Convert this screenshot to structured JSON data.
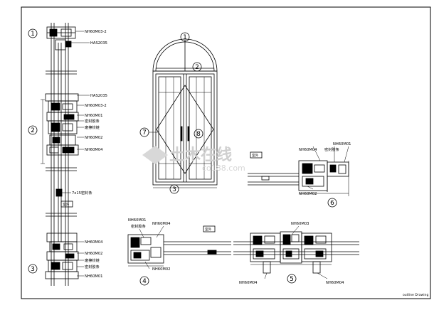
{
  "detail_markers": {
    "m1": "1",
    "m2": "2",
    "m3": "3",
    "m4": "4",
    "m5": "5",
    "m6": "6",
    "m7": "7"
  },
  "left_section": {
    "labels": {
      "a": "NH60M03-2",
      "b": "HAS2035",
      "c": "HAS2035",
      "d": "NH60M03-2",
      "e": "NH60M01",
      "f": "密封胶条",
      "g": "磨擦铰链",
      "h": "NH60M02",
      "i": "NH60M04",
      "j": "7x15密封条",
      "k": "NH60M04",
      "l": "NH60M02",
      "m": "磨擦铰链",
      "n": "密封胶条",
      "o": "NH60M01"
    },
    "tag": "室外"
  },
  "door_elevation": {
    "markers": [
      "1",
      "2",
      "7",
      "8",
      "3"
    ]
  },
  "section6": {
    "labels": {
      "a": "NH60M01",
      "b": "NH60M04",
      "c": "密封胶条",
      "d": "NH60M02"
    },
    "tag": "室外"
  },
  "section4": {
    "labels": {
      "a": "NH60M01",
      "b": "密封胶条",
      "c": "NH60M04",
      "d": "NH60M02"
    },
    "tag": "室外"
  },
  "section5": {
    "labels": {
      "a": "NH60M03",
      "b": "NH60M04",
      "c": "NH60M04"
    }
  },
  "watermark": {
    "main": "土木在线",
    "sub": "co188.com"
  },
  "footer": {
    "credit": "outline Drawing"
  }
}
